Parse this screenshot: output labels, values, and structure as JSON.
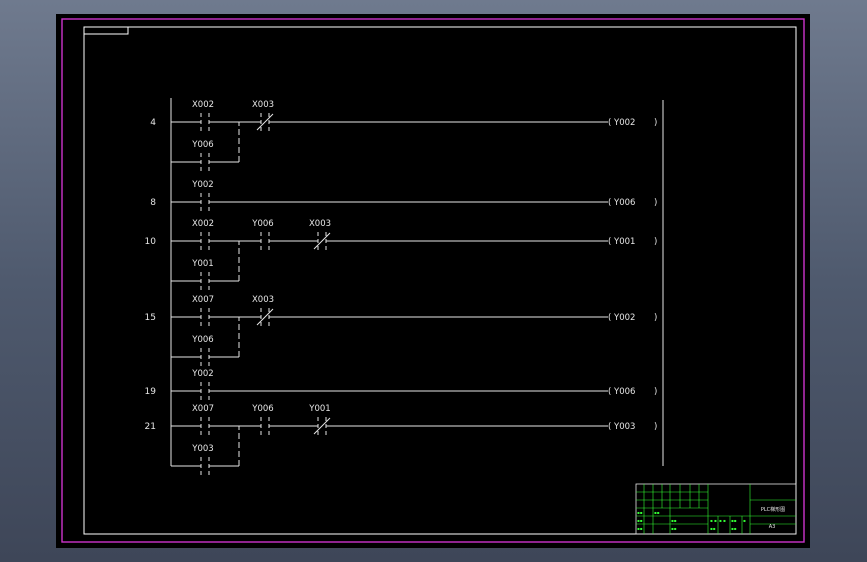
{
  "colors": {
    "background": "#000000",
    "frame_outer": "#cc33cc",
    "frame_inner": "#ffffff",
    "wire": "#e6e6e6",
    "title_block": "#33ff33"
  },
  "rungs": [
    {
      "number": "4",
      "main": [
        {
          "type": "no",
          "label": "X002"
        },
        {
          "type": "nc",
          "label": "X003"
        }
      ],
      "branch": {
        "type": "no",
        "label": "Y006"
      },
      "coil": "Y002"
    },
    {
      "number": "8",
      "main": [
        {
          "type": "no",
          "label": "Y002"
        }
      ],
      "coil": "Y006"
    },
    {
      "number": "10",
      "main": [
        {
          "type": "no",
          "label": "X002"
        },
        {
          "type": "no",
          "label": "Y006"
        },
        {
          "type": "nc",
          "label": "X003"
        }
      ],
      "branch": {
        "type": "no",
        "label": "Y001"
      },
      "coil": "Y001"
    },
    {
      "number": "15",
      "main": [
        {
          "type": "no",
          "label": "X007"
        },
        {
          "type": "nc",
          "label": "X003"
        }
      ],
      "branch": {
        "type": "no",
        "label": "Y006"
      },
      "coil": "Y002"
    },
    {
      "number": "19",
      "main": [
        {
          "type": "no",
          "label": "Y002"
        }
      ],
      "coil": "Y006"
    },
    {
      "number": "21",
      "main": [
        {
          "type": "no",
          "label": "X007"
        },
        {
          "type": "no",
          "label": "Y006"
        },
        {
          "type": "nc",
          "label": "Y001"
        }
      ],
      "branch": {
        "type": "no",
        "label": "Y003"
      },
      "coil": "Y003"
    }
  ],
  "title_block": {
    "drawing_name": "PLC梯形图",
    "sheet_size": "A3"
  }
}
